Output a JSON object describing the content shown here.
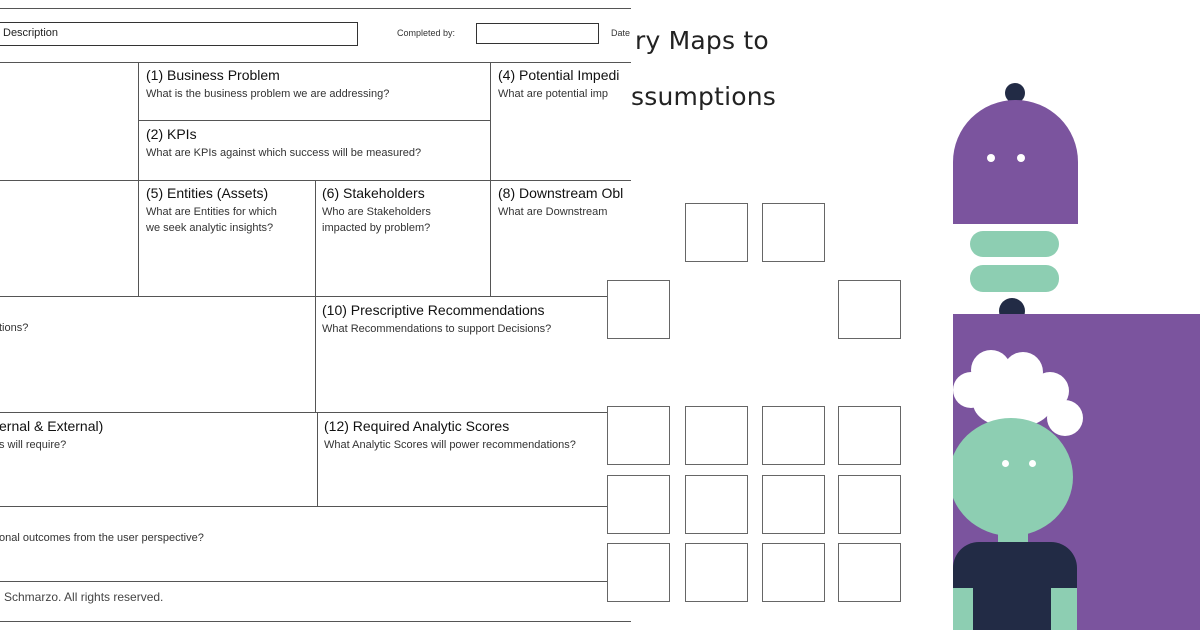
{
  "canvas": {
    "description_label": "Description",
    "completed_by_label": "Completed by:",
    "date_label": "Date",
    "cells": {
      "business_problem": {
        "title": "(1) Business Problem",
        "question": "What is the business problem we are addressing?"
      },
      "kpis": {
        "title": "(2) KPIs",
        "question": "What are KPIs against which success will be measured?"
      },
      "impediments": {
        "title": "(4) Potential Impedi",
        "question": "What are potential imp"
      },
      "entities": {
        "title": "(5) Entities (Assets)",
        "question_1": "What are Entities for which",
        "question_2": "we seek analytic insights?"
      },
      "stakeholders": {
        "title": "(6) Stakeholders",
        "question_1": "Who are Stakeholders",
        "question_2": "impacted by problem?"
      },
      "downstream": {
        "title": "(8) Downstream Obl",
        "question": "What are Downstream"
      },
      "decisions_partial": {
        "question": "tions?"
      },
      "prescriptive": {
        "title": "(10) Prescriptive Recommendations",
        "question": "What Recommendations to support Decisions?"
      },
      "data_sources_partial": {
        "title": "ernal & External)",
        "question": "s will require?"
      },
      "analytic_scores": {
        "title": "(12) Required Analytic Scores",
        "question": "What Analytic Scores will power recommendations?"
      },
      "outcomes_partial": {
        "question": "onal outcomes from the user perspective?"
      }
    },
    "footer": "Schmarzo. All rights reserved."
  },
  "story_maps": {
    "heading_line1": "ry Maps to",
    "heading_line2": "ssumptions"
  },
  "colors": {
    "purple": "#7b549e",
    "mint": "#8dceb2",
    "navy": "#222b45"
  }
}
